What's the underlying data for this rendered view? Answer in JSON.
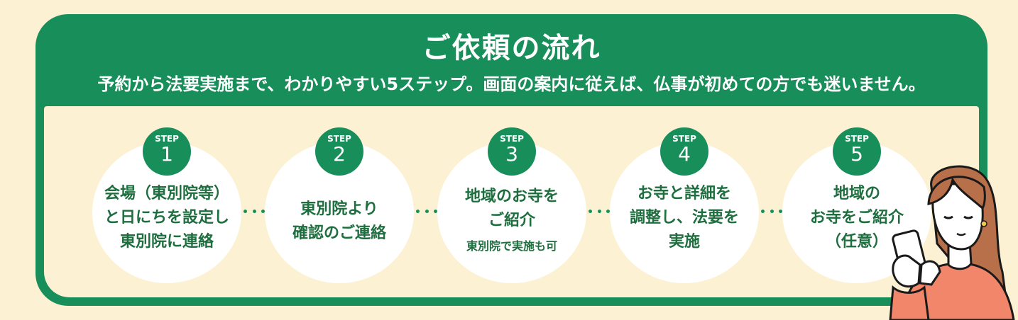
{
  "header": {
    "title": "ご依頼の流れ",
    "subtitle": "予約から法要実施まで、わかりやすい5ステップ。画面の案内に従えば、仏事が初めての方でも迷いません。"
  },
  "steps": [
    {
      "label": "STEP",
      "number": "1",
      "lines": [
        "会場（東別院等）",
        "と日にちを設定し",
        "東別院に連絡"
      ]
    },
    {
      "label": "STEP",
      "number": "2",
      "lines": [
        "東別院より",
        "確認のご連絡"
      ]
    },
    {
      "label": "STEP",
      "number": "3",
      "lines": [
        "地域のお寺を",
        "ご紹介"
      ],
      "note": "東別院で実施も可"
    },
    {
      "label": "STEP",
      "number": "4",
      "lines": [
        "お寺と詳細を",
        "調整し、法要を",
        "実施"
      ]
    },
    {
      "label": "STEP",
      "number": "5",
      "lines": [
        "地域の",
        "お寺をご紹介",
        "（任意）"
      ]
    }
  ],
  "colors": {
    "green": "#188e5a",
    "cream": "#fdf1d3",
    "text_green": "#1f6e3f",
    "white": "#ffffff"
  },
  "illustration": {
    "icon": "woman-with-smartphone-icon"
  }
}
